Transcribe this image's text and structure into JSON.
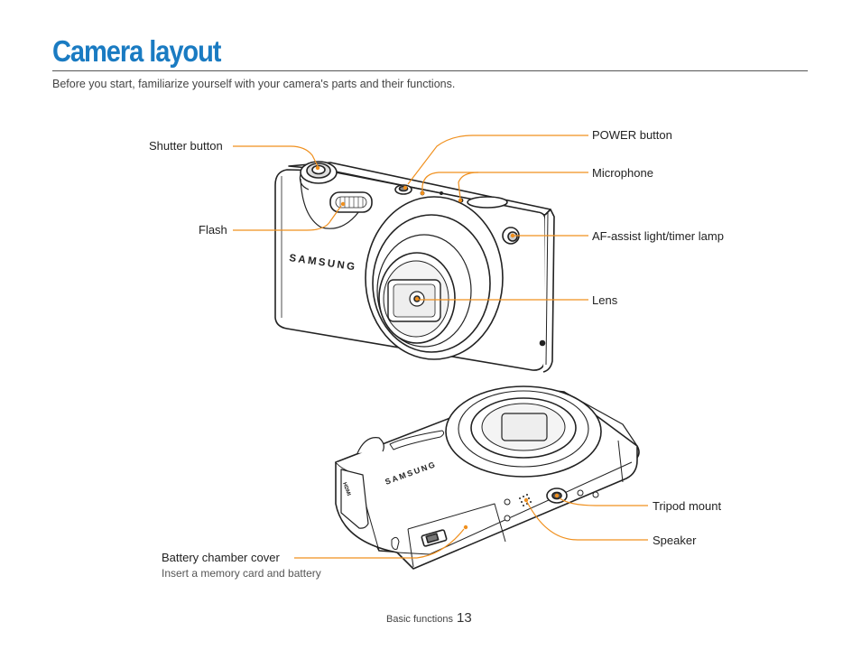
{
  "page": {
    "title": "Camera layout",
    "subtitle": "Before you start, familiarize yourself with your camera's parts and their functions."
  },
  "front_labels": {
    "shutter": "Shutter button",
    "flash": "Flash",
    "power": "POWER button",
    "microphone": "Microphone",
    "af_assist": "AF-assist light/timer lamp",
    "lens": "Lens"
  },
  "bottom_labels": {
    "tripod": "Tripod mount",
    "speaker": "Speaker",
    "battery": "Battery chamber cover",
    "battery_sub": "Insert a memory card and battery"
  },
  "brand": {
    "front_logo": "SAMSUNG",
    "bottom_logo": "SAMSUNG",
    "port_label": "HDMI"
  },
  "colors": {
    "accent": "#1a7bc2",
    "callout": "#f0901e"
  },
  "footer": {
    "section": "Basic functions",
    "page_number": "13"
  }
}
